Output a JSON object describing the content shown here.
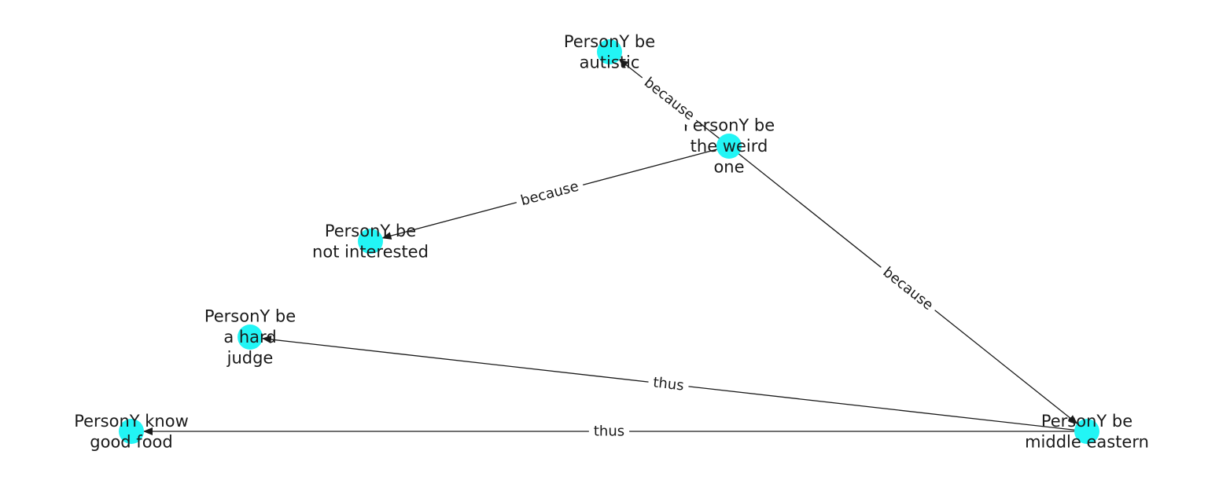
{
  "graph": {
    "node_color": "#22f5f5",
    "edge_color": "#1a1a1a",
    "nodes": [
      {
        "id": "weird",
        "lines": [
          "PersonY be",
          "the weird",
          "one"
        ]
      },
      {
        "id": "autistic",
        "lines": [
          "PersonY be",
          "autistic"
        ]
      },
      {
        "id": "notint",
        "lines": [
          "PersonY be",
          "not interested"
        ]
      },
      {
        "id": "judge",
        "lines": [
          "PersonY be",
          "a hard",
          "judge"
        ]
      },
      {
        "id": "food",
        "lines": [
          "PersonY know",
          "good food"
        ]
      },
      {
        "id": "mideast",
        "lines": [
          "PersonY be",
          "middle eastern"
        ]
      }
    ],
    "edges": [
      {
        "from": "weird",
        "to": "autistic",
        "label": "because"
      },
      {
        "from": "weird",
        "to": "notint",
        "label": "because"
      },
      {
        "from": "weird",
        "to": "mideast",
        "label": "because"
      },
      {
        "from": "mideast",
        "to": "judge",
        "label": "thus"
      },
      {
        "from": "mideast",
        "to": "food",
        "label": "thus"
      }
    ]
  }
}
